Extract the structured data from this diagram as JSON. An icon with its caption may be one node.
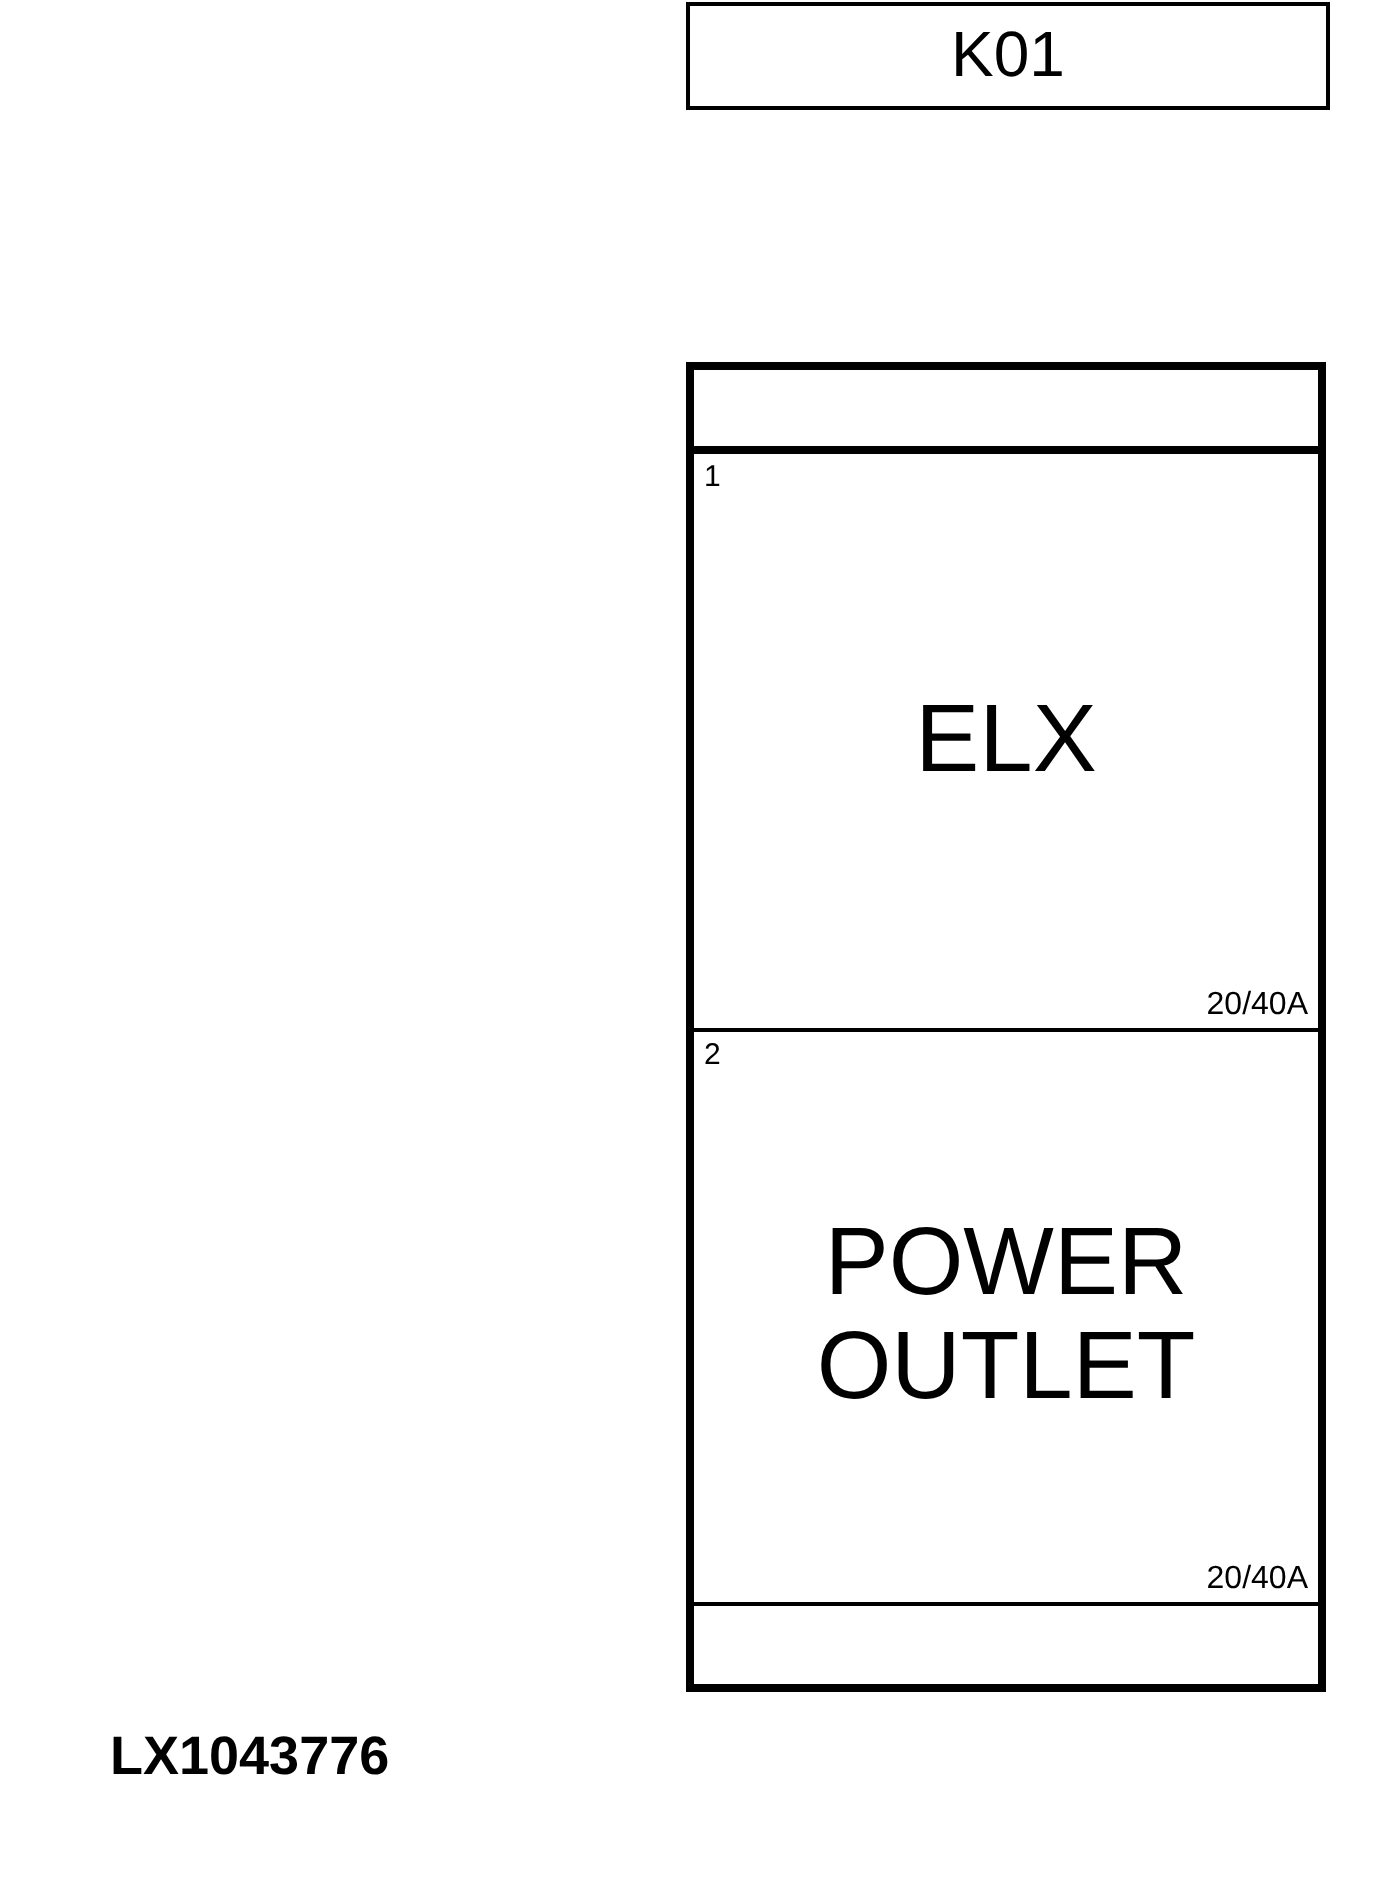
{
  "diagram": {
    "nodes": [
      {
        "text": [
          "K01"
        ]
      },
      {
        "text": [],
        "shape": "box"
      },
      {
        "text": [],
        "shape": "box",
        "in": 1
      },
      {
        "text": [
          "1",
          "ELX",
          "20/40A"
        ],
        "in": 1
      },
      {
        "text": [
          "2",
          "POWER OUTLET",
          "20/40A"
        ],
        "in": 1
      },
      {
        "text": [],
        "shape": "box",
        "in": 1
      }
    ],
    "edges": [],
    "labels": [
      "LX1043776"
    ]
  }
}
